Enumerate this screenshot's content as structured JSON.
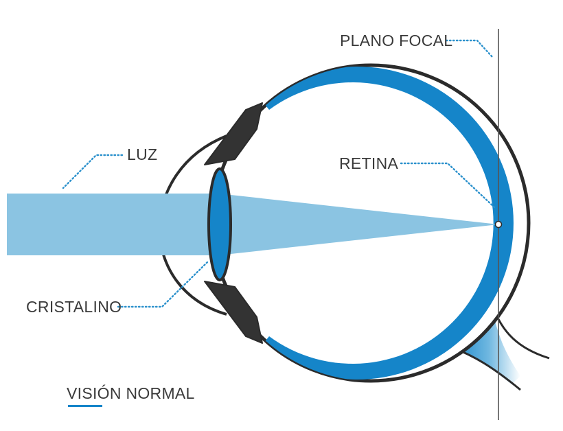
{
  "diagram": {
    "title": "VISIÓN NORMAL",
    "labels": {
      "focal_plane": "PLANO FOCAL",
      "light": "LUZ",
      "retina": "RETINA",
      "lens": "CRISTALINO"
    }
  },
  "colors": {
    "blue": "#1585c9",
    "light_beam": "#8bc4e2",
    "dark": "#2b2b2b",
    "leader_dots": "#2a90cc",
    "text": "#3a3a3a"
  }
}
